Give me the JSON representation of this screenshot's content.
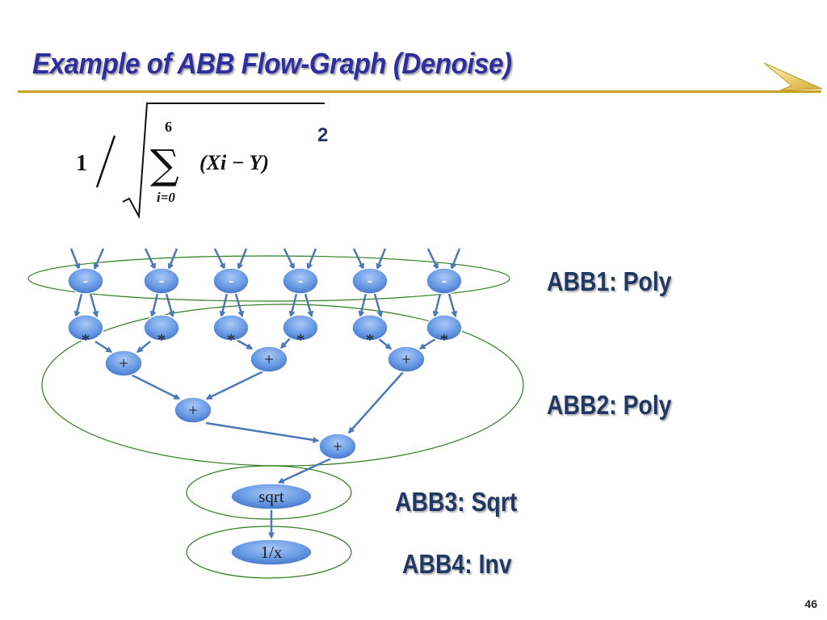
{
  "slide": {
    "title": "Example of ABB Flow-Graph (Denoise)",
    "page_number": "46"
  },
  "formula": {
    "numerator": "1",
    "sum_upper": "6",
    "sum_lower": "i=0",
    "term": "(Xi − Y)",
    "exponent": "2"
  },
  "abb_labels": {
    "abb1": "ABB1: Poly",
    "abb2": "ABB2: Poly",
    "abb3": "ABB3: Sqrt",
    "abb4": "ABB4: Inv"
  },
  "nodes": {
    "sub": "-",
    "mul": "*",
    "add": "+",
    "sqrt": "sqrt",
    "inv": "1/x"
  },
  "colors": {
    "title": "#2e2e9e",
    "rule": "#c8a21f",
    "node_fill": "#5b8ee0",
    "edge": "#4a78b8",
    "group_outline": "#2e7d1f",
    "label": "#1f3864"
  }
}
